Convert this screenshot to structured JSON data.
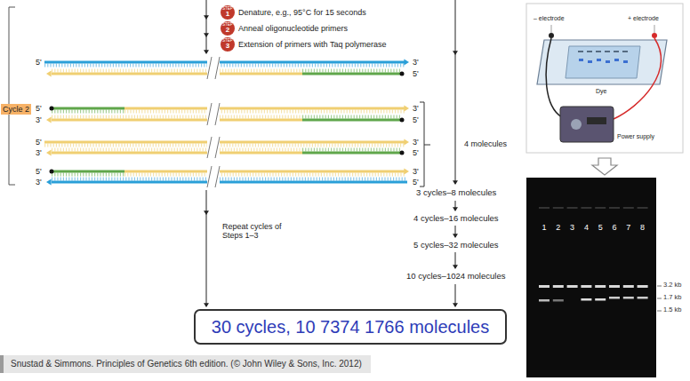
{
  "diagram": {
    "caption": "Snustad & Simmons. Principles of Genetics 6th edition. (© John Wiley & Sons, Inc. 2012)",
    "nodes": [
      {
        "text": [
          "30 cycles, 10 7374 1766 molecules"
        ]
      }
    ],
    "labels": [
      "Cycle 2",
      "STEP",
      "1",
      "Denature, e.g., 95°C for 15 seconds",
      "STEP",
      "2",
      "Anneal oligonucleotide primers",
      "STEP",
      "3",
      "Extension of primers with Taq polymerase",
      "5'",
      "3'",
      "5'",
      "5'",
      "3'",
      "3'",
      "5'",
      "5'",
      "3'",
      "3'",
      "5'",
      "5'",
      "3'",
      "3'",
      "5'",
      "4 molecules",
      "3 cycles–8 molecules",
      "4 cycles–16 molecules",
      "5 cycles–32 molecules",
      "10 cycles–1024 molecules",
      "Repeat cycles of Steps 1–3",
      "– electrode",
      "+ electrode",
      "Dye",
      "Power supply",
      "1",
      "2",
      "3",
      "4",
      "5",
      "6",
      "7",
      "8",
      "3.2 kb",
      "1.7 kb",
      "1.5 kb"
    ]
  }
}
